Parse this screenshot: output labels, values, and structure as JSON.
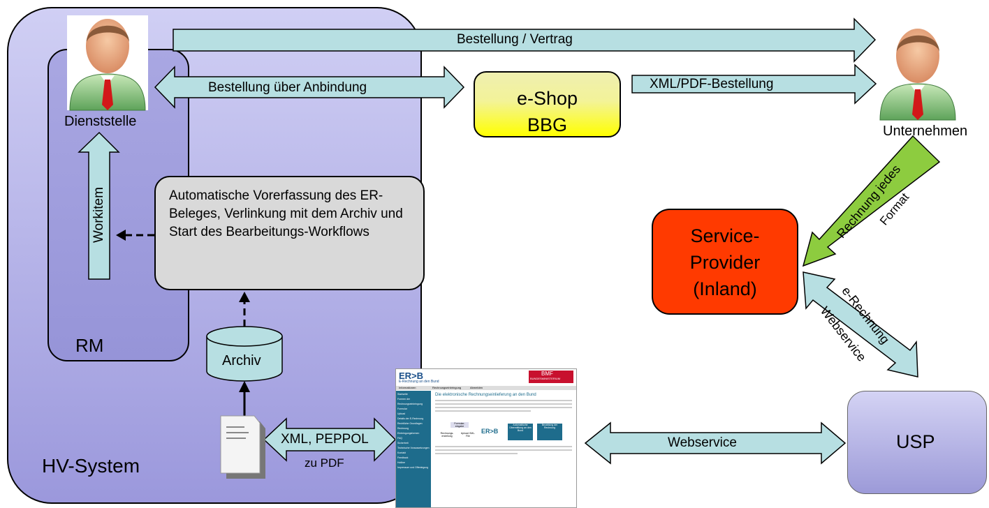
{
  "labels": {
    "bestellung_vertrag": "Bestellung / Vertrag",
    "bestellung_anbindung": "Bestellung über Anbindung",
    "xml_pdf_bestellung": "XML/PDF-Bestellung",
    "dienststelle": "Dienststelle",
    "unternehmen": "Unternehmen",
    "eshop_line1": "e-Shop",
    "eshop_line2": "BBG",
    "workitem": "Workitem",
    "auto_text": "Automatische Vorerfassung  des ER-Beleges, Verlinkung mit dem Archiv und Start des Bearbeitungs-Workflows",
    "sp_line1": "Service-",
    "sp_line2": "Provider",
    "sp_line3": "(Inland)",
    "rechnung_jedes": "Rechnung jedes",
    "format": "Format",
    "e_rechnung": "e-Rechnung",
    "webservice_diag": "Webservice",
    "rm": "RM",
    "archiv": "Archiv",
    "xml_peppol": "XML, PEPPOL",
    "zu_pdf": "zu PDF",
    "webservice": "Webservice",
    "usp": "USP",
    "hv_system": "HV-System"
  },
  "website": {
    "logo": "ER>B",
    "subtitle": "E-Rechnung an den Bund",
    "bmf_line1": "BMF",
    "bmf_line2": "BUNDESMINISTERIUM",
    "bmf_line3": "FÜR FINANZEN",
    "tabs": [
      "Informationen",
      "Rechnungseinbringung",
      "Abmelden"
    ],
    "nav": [
      "Startseite",
      "Formen der Rechnungseinbringung",
      "Formular",
      "Upload",
      "Details der E-Rechnung",
      "Rechtliche Grundlagen",
      "Rechnung",
      "Einbringungsformen",
      "FAQ",
      "Sicherheit",
      "Technische Voraussetzungen",
      "Kontakt",
      "Feedback",
      "Hotline",
      "Impressum und Offenlegung"
    ],
    "heading": "Die elektronische Rechnungseinlieferung an den Bund",
    "flow": [
      "Rechnungs-erstellung",
      "Formular-eingabe",
      "Upload XML-File",
      "ER>B",
      "Automatische Übermittlung an den Bund",
      "Bezahlung der Rechnung"
    ]
  },
  "colors": {
    "arrow_fill": "#b7dfe2",
    "arrow_green": "#8dcc3f",
    "service_provider": "#ff3a00"
  },
  "icons": [
    "person-icon",
    "person-icon",
    "document-icon"
  ]
}
